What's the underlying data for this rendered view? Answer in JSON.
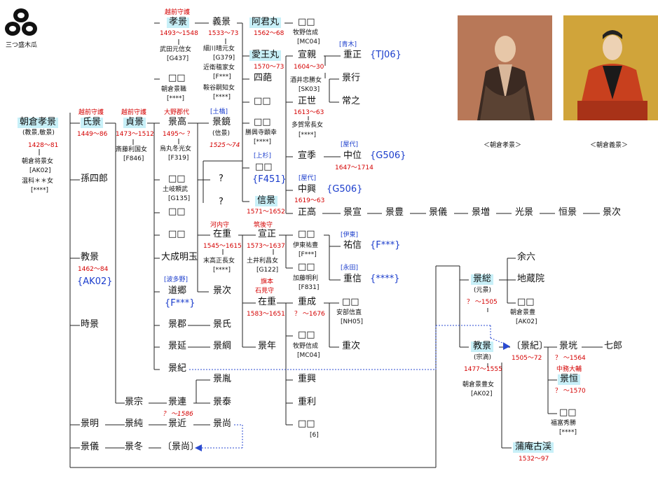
{
  "crest": {
    "caption": "三つ盛木瓜"
  },
  "portraits": {
    "takakage_caption": "＜朝倉孝景＞",
    "yoshikage_caption": "＜朝倉義景＞"
  },
  "nodes": {
    "takakage0": {
      "name": "朝倉孝景",
      "alias": "(教景,敏景)",
      "years": "1428〜81",
      "spouse1": "朝倉将景女",
      "code1": "[AK02]",
      "spouse2": "温科＊＊女",
      "code2": "[****]"
    },
    "ujikage": {
      "title": "越前守護",
      "name": "氏景",
      "years": "1449〜86"
    },
    "sadakage": {
      "title": "越前守護",
      "name": "貞景",
      "years": "1473〜1512",
      "spouse": "斎藤利国女",
      "code": "[F846]"
    },
    "takakage": {
      "title": "越前守護",
      "name": "孝景",
      "years": "1493〜1548",
      "spouse": "武田元信女",
      "code": "[G437]"
    },
    "yoshikage": {
      "name": "義景",
      "years": "1533〜73",
      "spouse1": "細川晴元女",
      "code1": "[G379]",
      "spouse2": "近衛稙家女",
      "code2": "[F***]",
      "spouse3": "鞍谷嗣知女",
      "code3": "[****]"
    },
    "agimimaru": {
      "name": "阿君丸",
      "years": "1562〜68"
    },
    "aiomaru": {
      "name": "愛王丸",
      "years": "1570〜73"
    },
    "shiza": {
      "name": "四葩"
    },
    "d_yo1": {
      "name": "□□"
    },
    "d_yo2": {
      "name": "□□",
      "spouse": "勝興寺顕幸",
      "code": "[****]"
    },
    "d_yo3": {
      "title": "[上杉]",
      "name": "□□",
      "code": "{F451}"
    },
    "nobukage": {
      "name": "信景",
      "years": "1571〜1652"
    },
    "d_k1": {
      "name": "□□",
      "spouse": "牧野信成",
      "code": "[MC04]"
    },
    "nobuchika": {
      "name": "宣親",
      "years": "1604〜30",
      "spouse": "酒井忠勝女",
      "code": "[SK03]"
    },
    "masayo": {
      "name": "正世",
      "years": "1613〜63",
      "spouse": "多賀常長女",
      "code": "[****]"
    },
    "nobusue": {
      "name": "宣季"
    },
    "nakaoki": {
      "title": "[屋代]",
      "name": "中興",
      "code": "{G506}",
      "years": "1619〜63"
    },
    "masataka": {
      "name": "正高"
    },
    "shigemasa": {
      "title": "[青木]",
      "name": "重正",
      "code": "{TJ06}"
    },
    "kageyuki_r": {
      "name": "景行"
    },
    "tsunenoshi": {
      "name": "常之"
    },
    "nakai": {
      "title": "[屋代]",
      "name": "中位",
      "code": "{G506}",
      "years": "1647〜1714"
    },
    "line": [
      "景宣",
      "景豊",
      "景儀",
      "景増",
      "光景",
      "恒景",
      "景次"
    ],
    "kagetaka": {
      "title": "大野郡代",
      "name": "景高",
      "years": "1495〜 ？",
      "spouse": "烏丸冬光女",
      "code": "[F319]"
    },
    "kagekyou": {
      "title": "[土橋]",
      "name": "景鏡",
      "alias": "(信景)",
      "years": "1525〜74"
    },
    "q1": {
      "name": "?"
    },
    "q2": {
      "name": "?"
    },
    "d_s1": {
      "name": "□□",
      "spouse": "朝倉景職",
      "code": "[****]"
    },
    "d_s2": {
      "name": "□□",
      "spouse": "土岐頼武",
      "code": "[G135]"
    },
    "d_s3": {
      "name": "□□"
    },
    "d_s4": {
      "name": "□□"
    },
    "ounari": {
      "name": "大成明玉"
    },
    "michisato": {
      "title": "[波多野]",
      "name": "道郷",
      "code": "{F***}"
    },
    "arishige": {
      "title": "河内守",
      "name": "在重",
      "years": "1545〜1615",
      "spouse": "末高正長女",
      "code": "[****]"
    },
    "kagetsugu2": {
      "name": "景次"
    },
    "nobumasa": {
      "title": "筑後守",
      "name": "宣正",
      "years": "1573〜1637",
      "spouse": "土井利昌女",
      "code": "[G122]"
    },
    "d_n1": {
      "name": "□□",
      "spouse": "伊東祐豊",
      "code": "[F***]"
    },
    "d_n2": {
      "name": "□□",
      "spouse": "加藤明利",
      "code": "[F831]"
    },
    "suketoshi": {
      "title": "[伊東]",
      "name": "祐信",
      "code": "{F***}"
    },
    "shigenobu": {
      "title": "[永田]",
      "name": "重信",
      "code": "{****}"
    },
    "arishige2": {
      "title1": "旗本",
      "title2": "石見守",
      "name": "在重",
      "years": "1583〜1651"
    },
    "shigenari": {
      "name": "重成",
      "years": "？ 〜1676"
    },
    "d_ar1": {
      "name": "□□",
      "spouse": "牧野信成",
      "code": "[MC04]"
    },
    "d_sh1": {
      "name": "□□",
      "spouse": "安部信直",
      "code": "[NH05]"
    },
    "shigetsugu": {
      "name": "重次"
    },
    "kagetoshi": {
      "name": "景年"
    },
    "shigeoki": {
      "name": "重興"
    },
    "shigetoshi": {
      "name": "重利"
    },
    "d_a2": {
      "name": "□□",
      "code": "[6]"
    },
    "magoshiro": {
      "name": "孫四郎"
    },
    "norikage": {
      "name": "教景",
      "years": "1462〜84",
      "code": "{AK02}"
    },
    "tokikage": {
      "name": "時景"
    },
    "kagegun": {
      "name": "景郡"
    },
    "kageuji": {
      "name": "景氏"
    },
    "kagenobu_e": {
      "name": "景延"
    },
    "kagetsuna": {
      "name": "景綱"
    },
    "kagenori_s": {
      "name": "景紀"
    },
    "kagemune": {
      "name": "景宗"
    },
    "kagetsura": {
      "name": "景連",
      "years": "？ 〜1586"
    },
    "kagetaka2": {
      "name": "景胤"
    },
    "kageyasu": {
      "name": "景泰"
    },
    "kageaki": {
      "name": "景明"
    },
    "kagezumi": {
      "name": "景純"
    },
    "kagechika": {
      "name": "景近"
    },
    "kagenao": {
      "name": "景尚"
    },
    "kagenori2": {
      "name": "景儀"
    },
    "kagefuyu": {
      "name": "景冬"
    },
    "kagenao2": {
      "name": "〔景尚〕"
    },
    "kagefusa": {
      "name": "景総",
      "alias": "(元景)",
      "years": "？ 〜1505"
    },
    "yoroku": {
      "name": "余六"
    },
    "jizoin": {
      "name": "地蔵院"
    },
    "d_kf": {
      "name": "□□",
      "spouse": "朝倉景豊",
      "code": "[AK02]"
    },
    "norikage2": {
      "name": "教景",
      "alias": "(宗滴)",
      "years": "1477〜1555",
      "spouse": "朝倉景豊女",
      "code": "[AK02]"
    },
    "kagenori3": {
      "name": "〔景紀〕",
      "years": "1505〜72"
    },
    "kagetake": {
      "name": "景垙",
      "years": "？ 〜1564"
    },
    "shichiro": {
      "name": "七郎"
    },
    "kagetsune": {
      "title": "中務大輔",
      "name": "景恒",
      "years": "？ 〜1570"
    },
    "d_kn": {
      "name": "□□",
      "spouse": "福富秀勝",
      "code": "[****]"
    },
    "gamou": {
      "name": "蒲庵古渓",
      "years": "1532〜97"
    }
  }
}
